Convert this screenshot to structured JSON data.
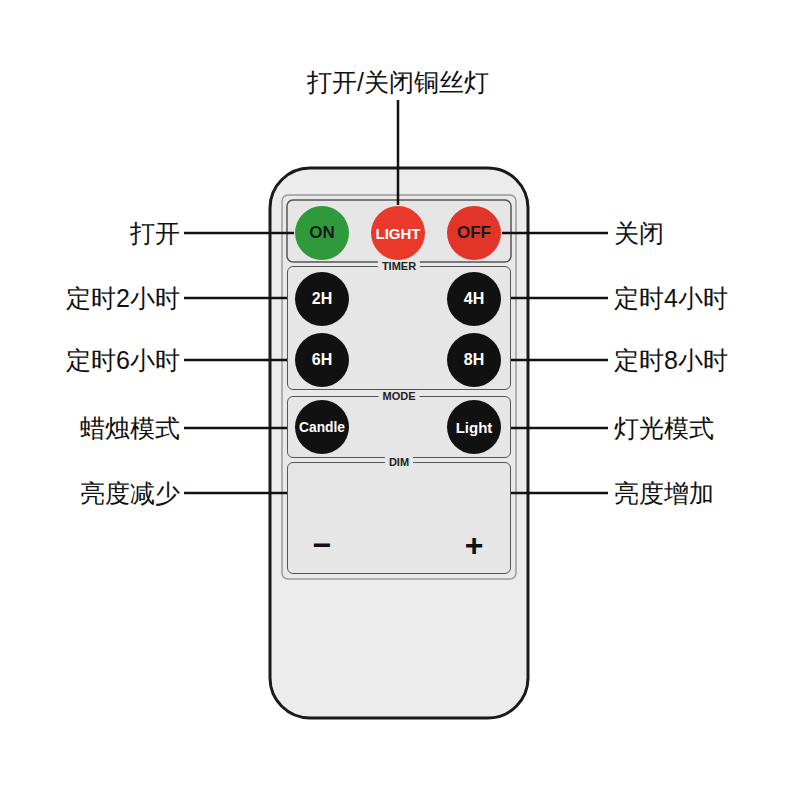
{
  "diagram": {
    "nodes": [
      {
        "text": [
          "ON"
        ]
      },
      {
        "text": [
          "LIGHT"
        ]
      },
      {
        "text": [
          "OFF"
        ]
      },
      {
        "text": [
          "TIMER"
        ]
      },
      {
        "text": [
          "2H"
        ],
        "in": 3
      },
      {
        "text": [
          "4H"
        ],
        "in": 3
      },
      {
        "text": [
          "6H"
        ],
        "in": 3
      },
      {
        "text": [
          "8H"
        ],
        "in": 3
      },
      {
        "text": [
          "MODE"
        ]
      },
      {
        "text": [
          "Candle"
        ],
        "in": 8
      },
      {
        "text": [
          "Light"
        ],
        "in": 8
      },
      {
        "text": [
          "DIM"
        ]
      }
    ],
    "labels": [
      "打开/关闭铜丝灯",
      "打开",
      "关闭",
      "定时2小时",
      "定时4小时",
      "定时6小时",
      "定时8小时",
      "蜡烛模式",
      "灯光模式",
      "亮度减少",
      "亮度增加",
      "−",
      "+"
    ]
  }
}
